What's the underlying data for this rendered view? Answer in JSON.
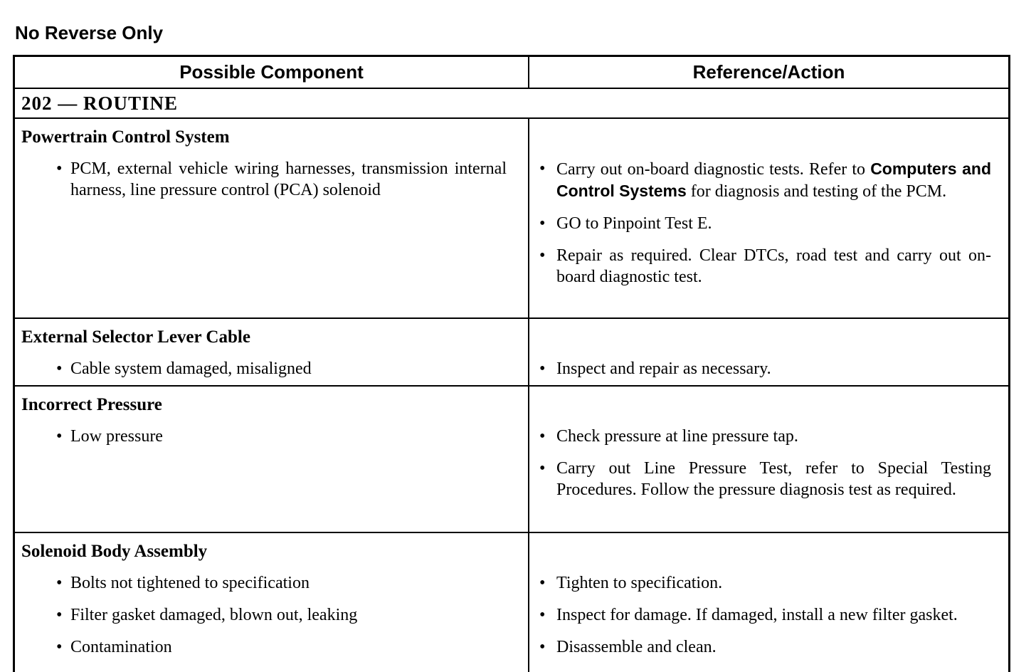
{
  "page_title": "No Reverse Only",
  "glyphs": {
    "bullet": "•"
  },
  "table": {
    "headers": {
      "component": "Possible Component",
      "action": "Reference/Action"
    },
    "routine_label": "202 — ROUTINE",
    "sections": [
      {
        "heading": "Powertrain Control System",
        "pairs": [
          {
            "component": "PCM, external vehicle wiring harnesses, transmission internal harness, line pressure control (PCA) solenoid",
            "action_pre": "Carry out on-board diagnostic tests. Refer to",
            "action_ref": "Computers and Control Systems",
            "action_post": "for diagnosis and testing of the PCM."
          },
          {
            "action": "GO to Pinpoint Test E."
          },
          {
            "action": "Repair as required. Clear DTCs, road test and carry out on-board diagnostic test."
          }
        ]
      },
      {
        "heading": "External Selector Lever Cable",
        "pairs": [
          {
            "component": "Cable system damaged, misaligned",
            "action": "Inspect and repair as necessary."
          }
        ]
      },
      {
        "heading": "Incorrect Pressure",
        "pairs": [
          {
            "component": "Low pressure",
            "action": "Check pressure at line pressure tap."
          },
          {
            "action": "Carry out Line Pressure Test, refer to Special Testing Procedures. Follow the pressure diagnosis test as required."
          }
        ]
      },
      {
        "heading": "Solenoid Body Assembly",
        "pairs": [
          {
            "component": "Bolts not tightened to specification",
            "action": "Tighten to specification."
          },
          {
            "component": "Filter gasket damaged, blown out, leaking",
            "action": "Inspect for damage. If damaged, install a new filter gasket."
          },
          {
            "component": "Contamination",
            "action": "Disassemble and clean."
          }
        ]
      }
    ]
  }
}
